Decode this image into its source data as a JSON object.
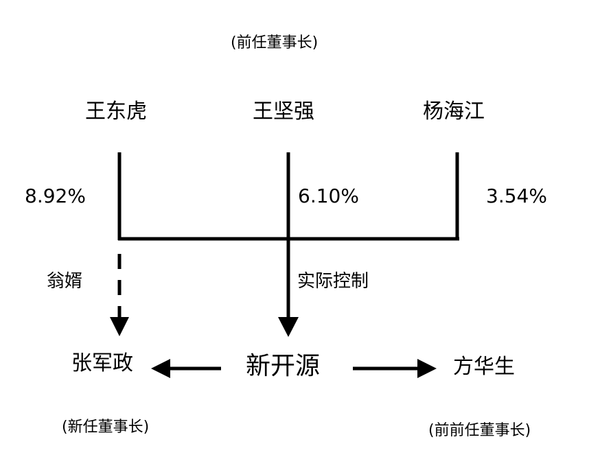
{
  "top_note": "(前任董事长)",
  "shareholders": [
    {
      "name": "王东虎",
      "percent": "8.92%"
    },
    {
      "name": "王坚强",
      "percent": "6.10%"
    },
    {
      "name": "杨海江",
      "percent": "3.54%"
    }
  ],
  "relations": {
    "son_in_law": "翁婿",
    "actual_control": "实际控制"
  },
  "bottom": {
    "center": "新开源",
    "left_name": "张军政",
    "left_note": "(新任董事长)",
    "right_name": "方华生",
    "right_note": "(前前任董事长)"
  },
  "colors": {
    "line": "#000000",
    "background": "#ffffff"
  }
}
